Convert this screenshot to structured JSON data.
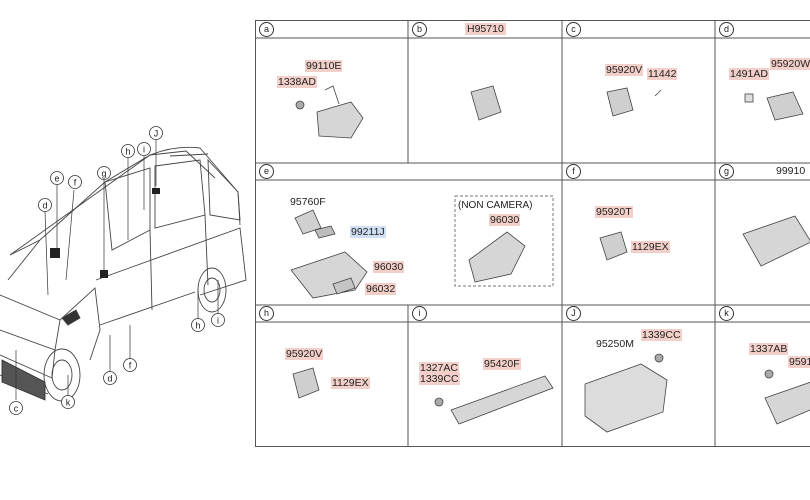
{
  "vehicle_callouts": [
    "e",
    "f",
    "d",
    "g",
    "h",
    "i",
    "J",
    "c",
    "k",
    "d",
    "f",
    "h",
    "i"
  ],
  "cells": [
    {
      "id": "a",
      "letter": "a",
      "header": "",
      "parts": [
        "99110E",
        "1338AD"
      ]
    },
    {
      "id": "b",
      "letter": "b",
      "header": "H95710",
      "parts": []
    },
    {
      "id": "c",
      "letter": "c",
      "header": "",
      "parts": [
        "95920V",
        "11442"
      ]
    },
    {
      "id": "d",
      "letter": "d",
      "header": "",
      "parts": [
        "1491AD",
        "95920W"
      ]
    },
    {
      "id": "e",
      "letter": "e",
      "header": "",
      "parts": [
        "95760F",
        "99211J",
        "96030",
        "96032",
        "96030"
      ],
      "note": "(NON CAMERA)"
    },
    {
      "id": "f",
      "letter": "f",
      "header": "",
      "parts": [
        "95920T",
        "1129EX"
      ]
    },
    {
      "id": "g",
      "letter": "g",
      "header": "99910",
      "parts": []
    },
    {
      "id": "h",
      "letter": "h",
      "header": "",
      "parts": [
        "95920V",
        "1129EX"
      ]
    },
    {
      "id": "i",
      "letter": "i",
      "header": "",
      "parts": [
        "1327AC",
        "1339CC",
        "95420F"
      ]
    },
    {
      "id": "J",
      "letter": "J",
      "header": "",
      "parts": [
        "95250M",
        "1339CC"
      ]
    },
    {
      "id": "k",
      "letter": "k",
      "header": "",
      "parts": [
        "1337AB",
        "9591"
      ]
    }
  ]
}
